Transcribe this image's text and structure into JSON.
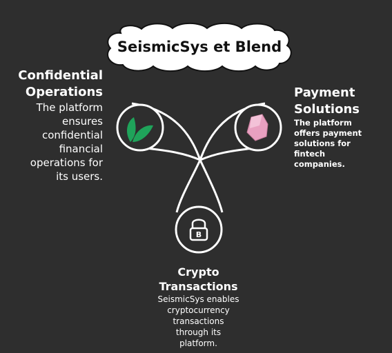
{
  "title": "SeismicSys et Blend",
  "nodes": [
    {
      "id": "confidential",
      "icon": "leaf-icon",
      "heading": "Confidential Operations",
      "heading_lines": [
        "Confidential",
        "Operations"
      ],
      "body_lines": [
        "The platform",
        "ensures",
        "confidential",
        "financial",
        "operations for",
        "its users."
      ]
    },
    {
      "id": "payment",
      "icon": "pink-gem-icon",
      "heading": "Payment Solutions",
      "heading_lines": [
        "Payment",
        "Solutions"
      ],
      "body_lines": [
        "The platform",
        "offers payment",
        "solutions for",
        "fintech",
        "companies."
      ]
    },
    {
      "id": "crypto",
      "icon": "bitcoin-lock-icon",
      "heading": "Crypto Transactions",
      "heading_lines": [
        "Crypto",
        "Transactions"
      ],
      "body_lines": [
        "SeismicSys enables",
        "cryptocurrency",
        "transactions",
        "through its",
        "platform."
      ]
    }
  ],
  "colors": {
    "background": "#2e2e2e",
    "leaf": "#1fa35a",
    "gem": "#e8a0c0"
  }
}
